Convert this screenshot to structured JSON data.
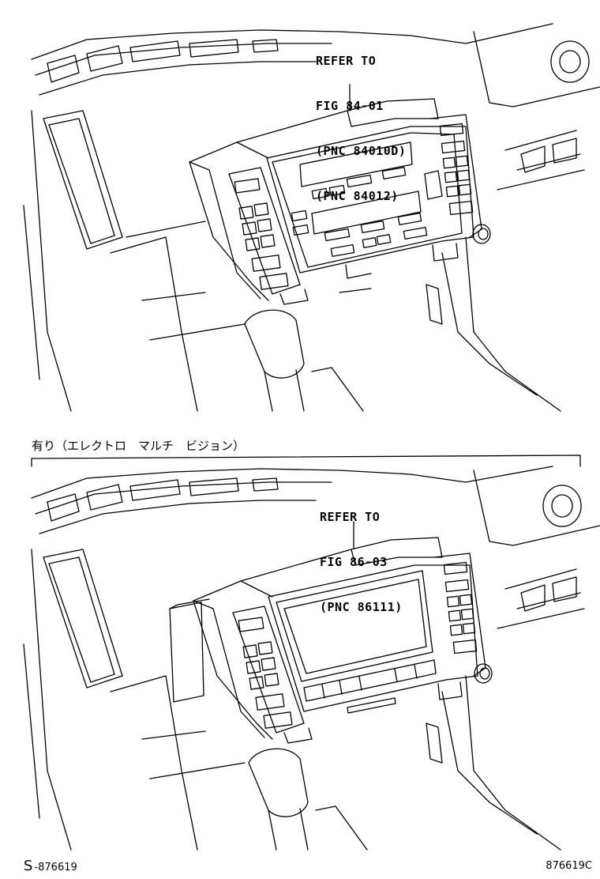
{
  "top_figure": {
    "callout": [
      "REFER TO",
      "FIG 84-01",
      "(PNC 84010D)",
      "(PNC 84012)"
    ]
  },
  "bottom_figure": {
    "option_label": "有り（エレクトロ　マルチ　ビジョン）",
    "callout": [
      "REFER TO",
      "FIG 86-03",
      "(PNC 86111)"
    ]
  },
  "footer": {
    "prefix": "S",
    "left_code": "-876619",
    "right_code": "876619C"
  }
}
